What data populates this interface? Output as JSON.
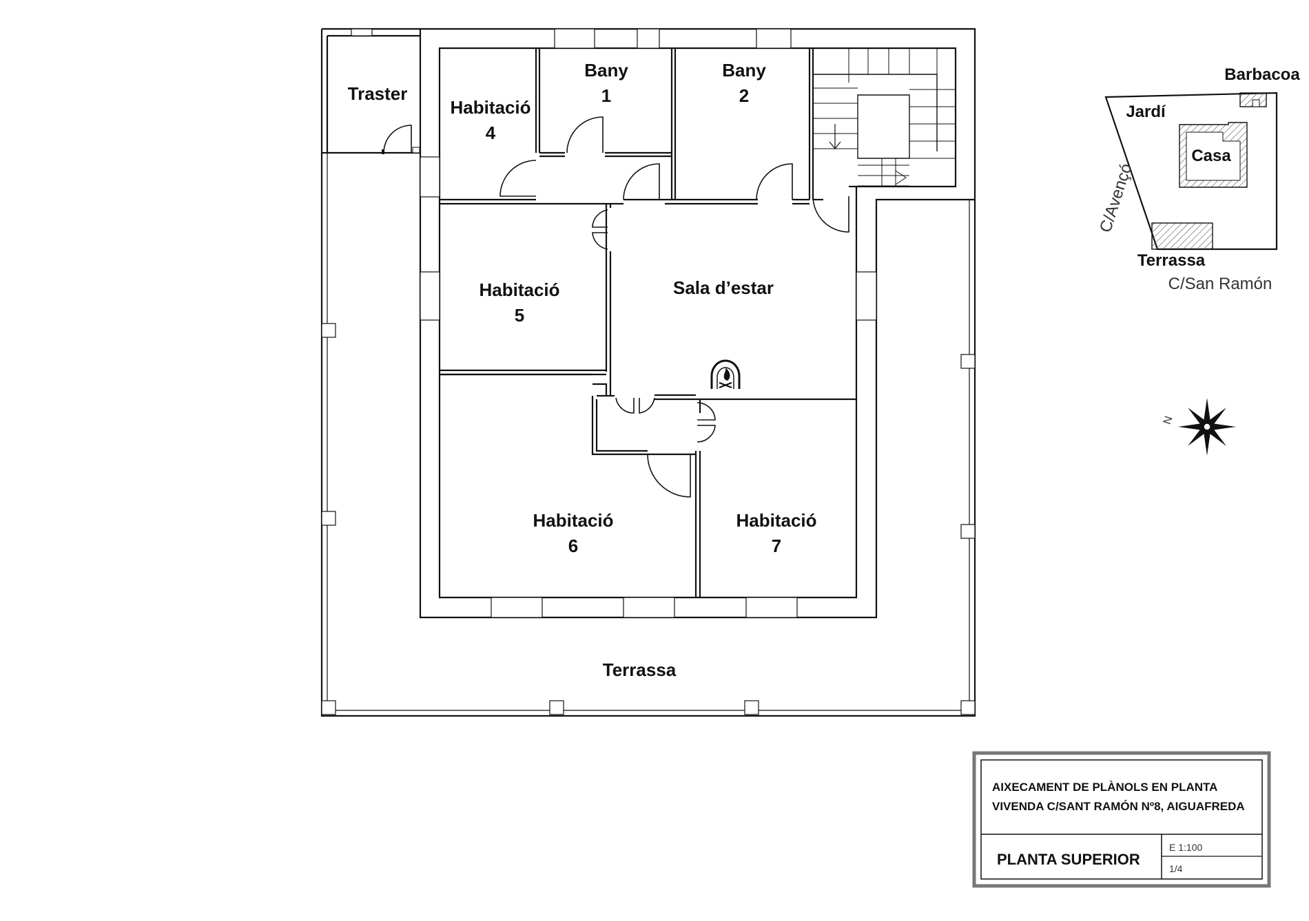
{
  "rooms": {
    "traster": "Traster",
    "hab4": [
      "Habitació",
      "4"
    ],
    "bany1": [
      "Bany",
      "1"
    ],
    "bany2": [
      "Bany",
      "2"
    ],
    "hab5": [
      "Habitació",
      "5"
    ],
    "sala": "Sala d’estar",
    "hab6": [
      "Habitació",
      "6"
    ],
    "hab7": [
      "Habitació",
      "7"
    ],
    "terrassa": "Terrassa"
  },
  "site_plan": {
    "barbacoa": "Barbacoa",
    "jardi": "Jardí",
    "casa": "Casa",
    "carrer_avenc": "C/Avençó",
    "terrassa": "Terrassa",
    "carrer_san_ramon": "C/San Ramón"
  },
  "north_label": "N",
  "title_block": {
    "line1": "AIXECAMENT DE PLÀNOLS EN PLANTA",
    "line2": "VIVENDA C/SANT RAMÓN Nº8, AIGUAFREDA",
    "sheet_title": "PLANTA SUPERIOR",
    "scale": "E 1:100",
    "sheet_number": "1/4"
  },
  "icons": [
    "fireplace-icon",
    "north-arrow-icon"
  ]
}
